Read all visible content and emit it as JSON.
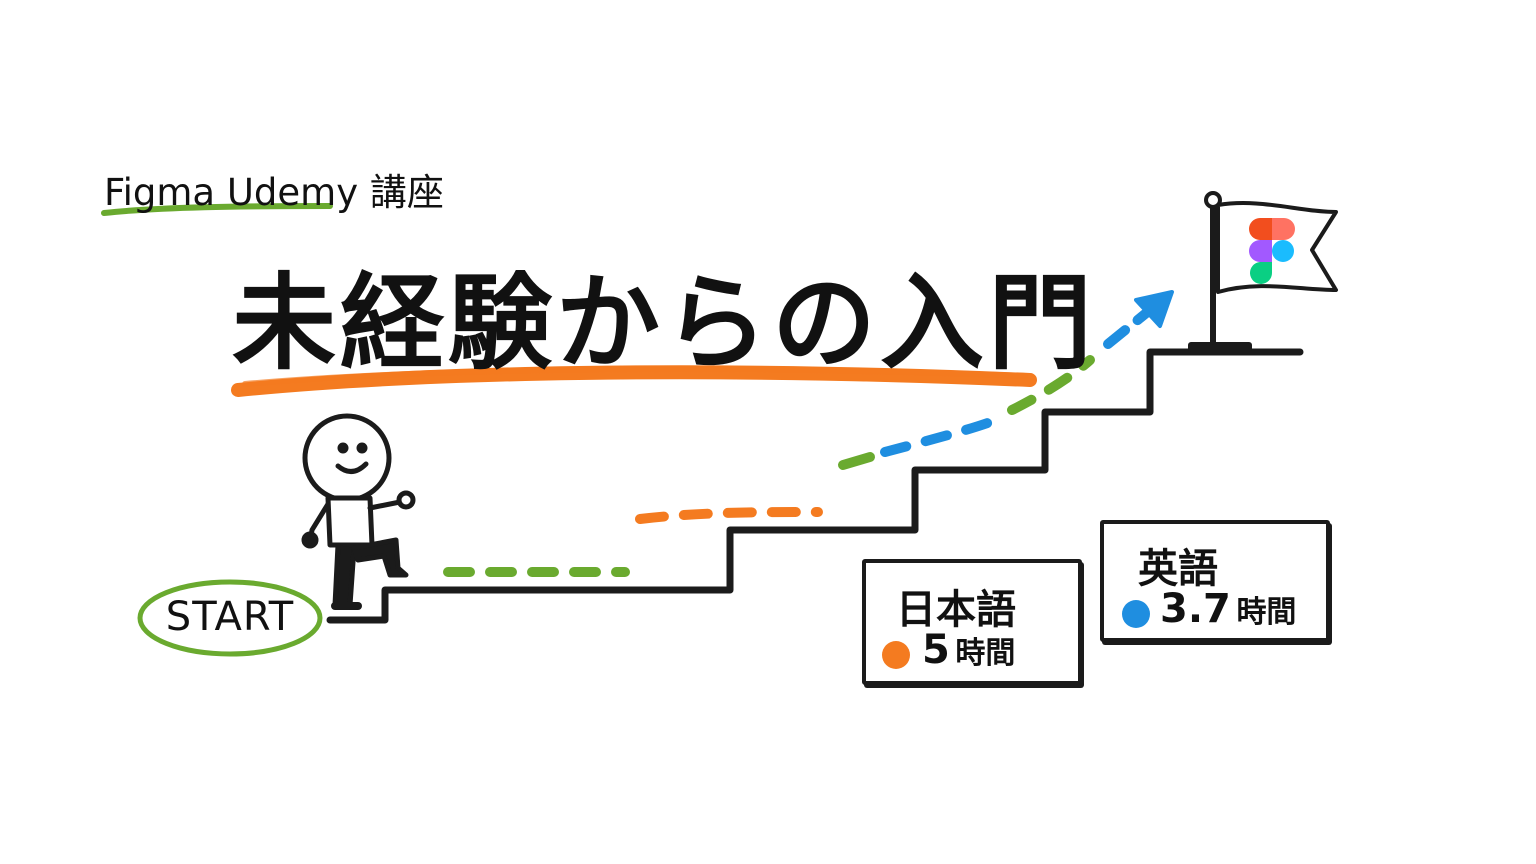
{
  "header": {
    "course_label": "Figma Udemy 講座",
    "title": "未経験からの入門"
  },
  "start": {
    "label": "START"
  },
  "durations": {
    "japanese": {
      "language": "日本語",
      "value": "5",
      "unit": "時間"
    },
    "english": {
      "language": "英語",
      "value": "3.7",
      "unit": "時間"
    }
  },
  "colors": {
    "ink": "#1b1b1b",
    "green": "#6aaa2f",
    "orange": "#f47b20",
    "blue": "#1f8ee0",
    "figma_red": "#f24e1e",
    "figma_pink": "#ff7262",
    "figma_purple": "#a259ff",
    "figma_blue": "#1abcfe",
    "figma_green": "#0acf83"
  },
  "icons": {
    "figma_logo": "figma-logo-icon",
    "goal_flag": "flag-icon",
    "person": "stick-figure-icon"
  }
}
